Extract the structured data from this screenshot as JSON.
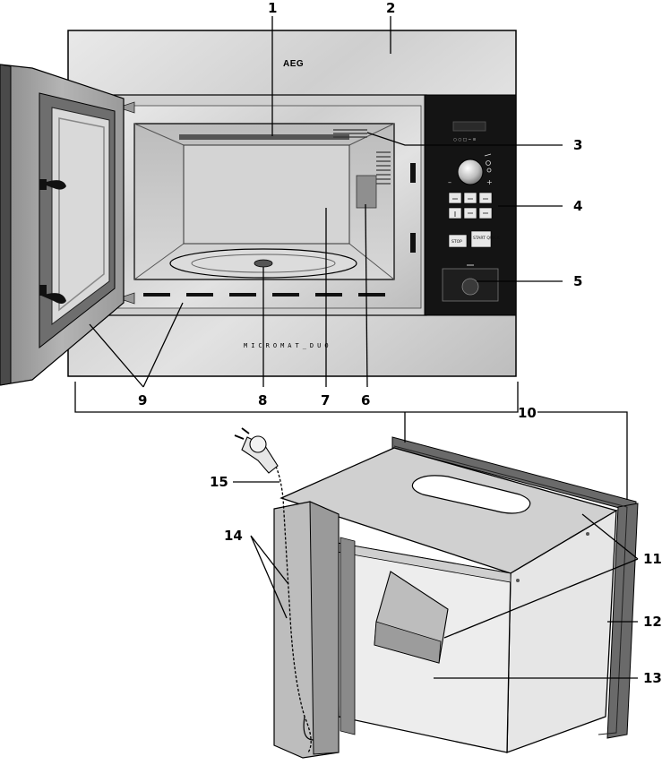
{
  "diagram": {
    "brand_label": "AEG",
    "model_label": "MICROMAT_DUO",
    "panel": {
      "display_symbols": "○ ○ □ ~ ≡",
      "knob_minus": "–",
      "knob_plus": "+",
      "stop_button": "STOP",
      "start_quick_button": "START\nQUICK"
    },
    "callouts": [
      "1",
      "2",
      "3",
      "4",
      "5",
      "6",
      "7",
      "8",
      "9",
      "10",
      "11",
      "12",
      "13",
      "14",
      "15"
    ]
  }
}
